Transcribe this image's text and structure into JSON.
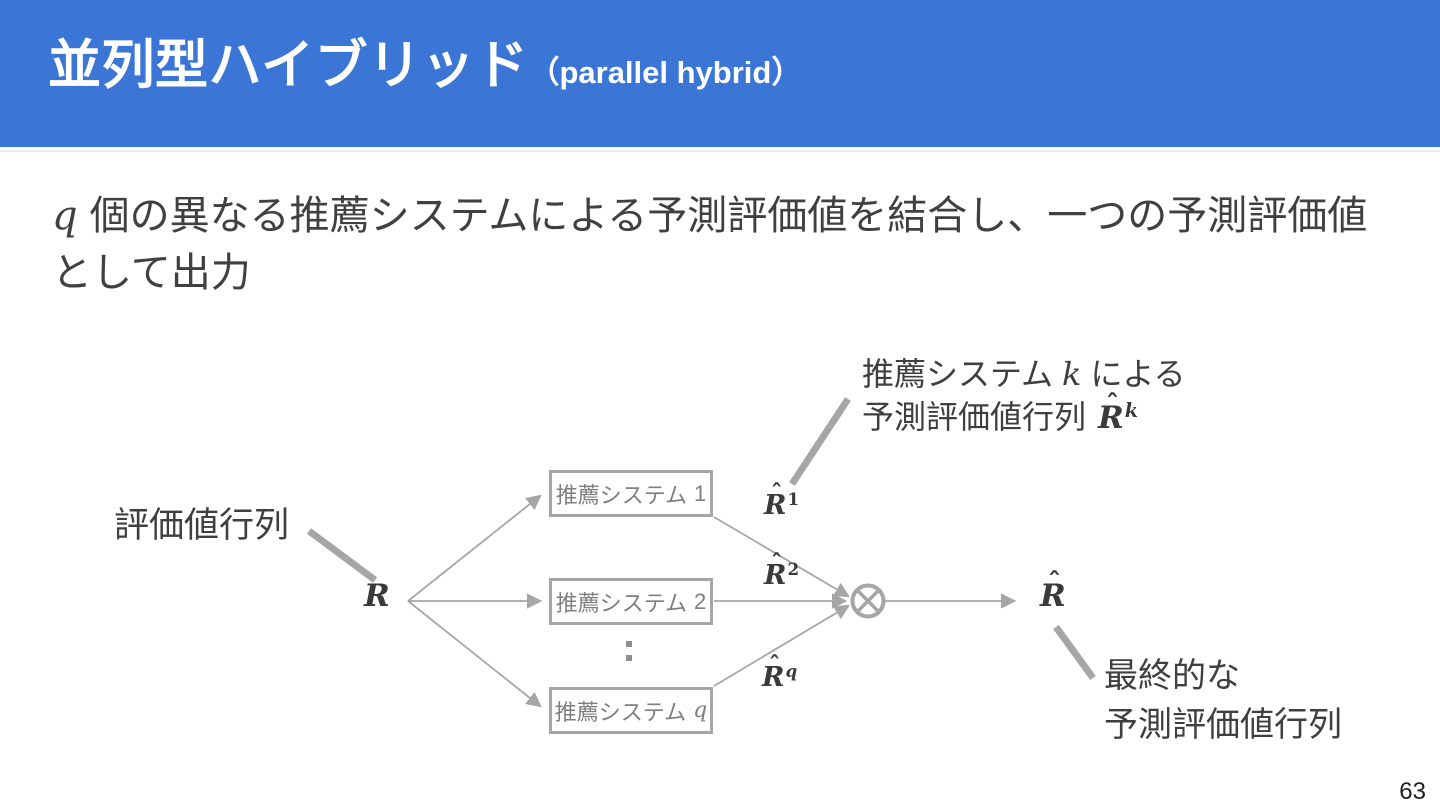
{
  "header": {
    "title_jp": "並列型ハイブリッド",
    "title_en": "（parallel hybrid）",
    "bg_color": "#3b76d6"
  },
  "body": {
    "q": "q",
    "line1": "個の異なる推薦システムによる予測評価値を結合し、一つの予測評価値",
    "line2": "として出力"
  },
  "diagram": {
    "colors": {
      "line": "#a6a6a6",
      "box_text": "#7f7f7f",
      "label_text": "#3f3f3f"
    },
    "hat": "ˆ",
    "input_label": "評価値行列",
    "input_matrix": {
      "base": "R"
    },
    "boxes": [
      {
        "prefix": "推薦システム",
        "suffix": "1"
      },
      {
        "prefix": "推薦システム",
        "suffix": "2"
      },
      {
        "prefix": "推薦システム",
        "suffix": "q"
      }
    ],
    "branch_outputs": [
      {
        "base": "R",
        "sup": "1"
      },
      {
        "base": "R",
        "sup": "2"
      },
      {
        "base": "R",
        "sup": "q"
      }
    ],
    "combined_output": {
      "base": "R"
    },
    "callout_top": {
      "line1_prefix": "推薦システム",
      "k": "k",
      "line1_suffix": "による",
      "line2_prefix": "予測評価値行列",
      "matrix_base": "R",
      "matrix_sup": "k"
    },
    "callout_output": {
      "line1": "最終的な",
      "line2": "予測評価値行列"
    }
  },
  "footer": {
    "page_number": "63"
  }
}
